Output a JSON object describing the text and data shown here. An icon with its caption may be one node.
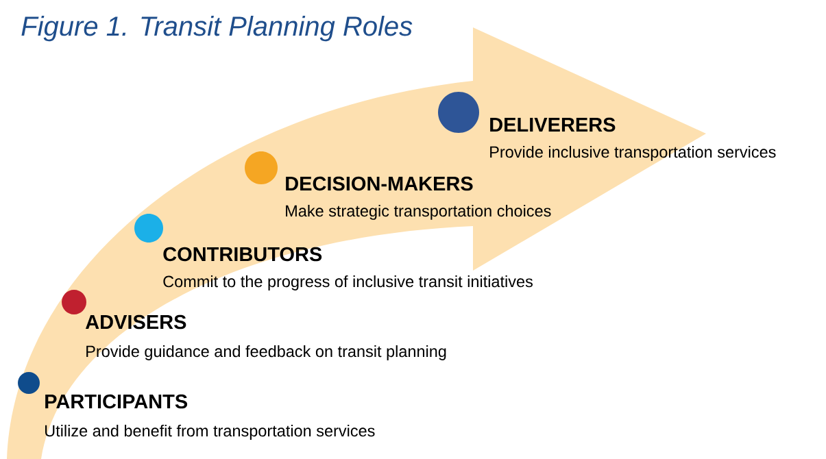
{
  "diagram": {
    "title": "Figure 1. Transit Planning Roles",
    "nodes": [
      {
        "text": [],
        "shape": "circle",
        "beside": [
          "DELIVERERS",
          "Provide inclusive transportation services"
        ]
      },
      {
        "text": [],
        "shape": "circle",
        "beside": [
          "DECISION-MAKERS",
          "Make strategic transportation choices"
        ]
      },
      {
        "text": [],
        "shape": "circle",
        "beside": [
          "CONTRIBUTORS",
          "Commit to the progress of inclusive transit initiatives"
        ]
      },
      {
        "text": [],
        "shape": "circle",
        "beside": [
          "ADVISERS",
          "Provide guidance and feedback on transit planning"
        ]
      },
      {
        "text": [],
        "shape": "circle",
        "beside": [
          "PARTICIPANTS",
          "Utilize and benefit from transportation services"
        ]
      }
    ]
  }
}
